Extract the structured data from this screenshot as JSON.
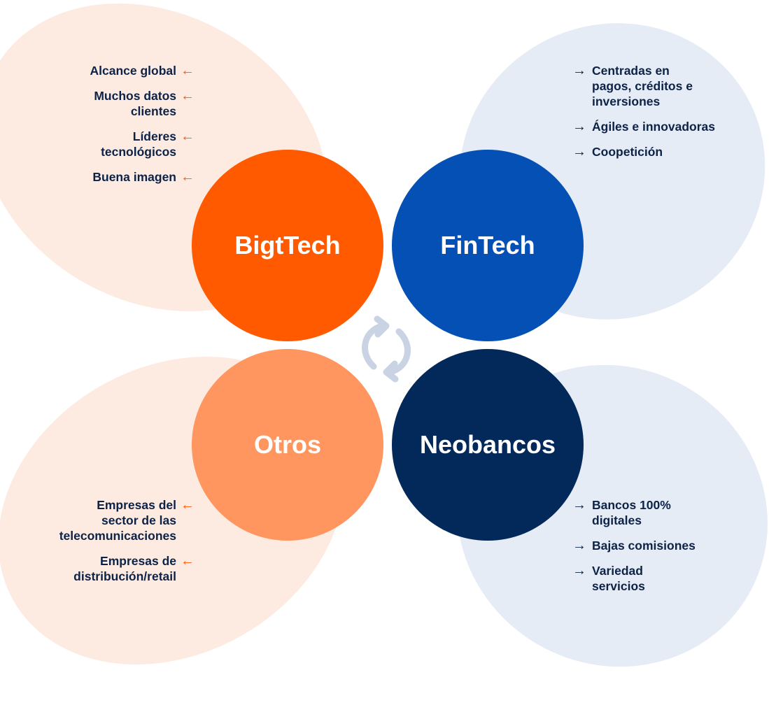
{
  "colors": {
    "bigtech": "#ff5a00",
    "fintech": "#0450b4",
    "otros": "#ff965f",
    "neobancos": "#03285a",
    "warm_bg": "#fdebe2",
    "cool_bg": "#e6ecf6",
    "text": "#0c2246"
  },
  "center_icon": "cycle-arrows-icon",
  "quadrants": {
    "bigtech": {
      "title": "BigtTech",
      "arrow_icon": "arrow-left-icon",
      "items": [
        {
          "lines": [
            "Alcance global"
          ]
        },
        {
          "lines": [
            "Muchos datos",
            "clientes"
          ]
        },
        {
          "lines": [
            "Líderes",
            "tecnológicos"
          ]
        },
        {
          "lines": [
            "Buena imagen"
          ]
        }
      ]
    },
    "fintech": {
      "title": "FinTech",
      "arrow_icon": "arrow-right-icon",
      "items": [
        {
          "lines": [
            "Centradas en",
            "pagos, créditos e",
            "inversiones"
          ]
        },
        {
          "lines": [
            "Ágiles e innovadoras"
          ]
        },
        {
          "lines": [
            "Coopetición"
          ]
        }
      ]
    },
    "otros": {
      "title": "Otros",
      "arrow_icon": "arrow-left-icon",
      "items": [
        {
          "lines": [
            "Empresas del",
            "sector de las",
            "telecomunicaciones"
          ]
        },
        {
          "lines": [
            "Empresas de",
            "distribución/retail"
          ]
        }
      ]
    },
    "neobancos": {
      "title": "Neobancos",
      "arrow_icon": "arrow-right-icon",
      "items": [
        {
          "lines": [
            "Bancos 100%",
            "digitales"
          ]
        },
        {
          "lines": [
            "Bajas comisiones"
          ]
        },
        {
          "lines": [
            "Variedad",
            "servicios"
          ]
        }
      ]
    }
  }
}
